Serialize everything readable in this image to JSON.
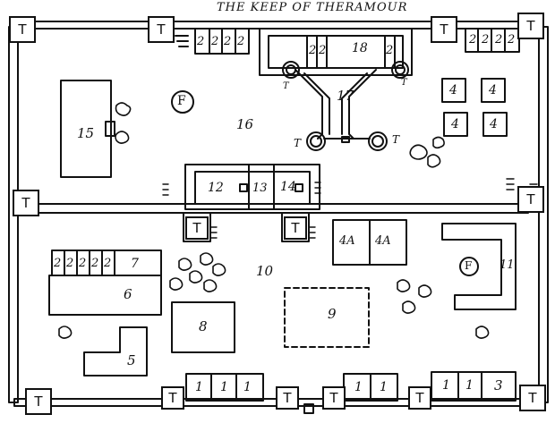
{
  "title": "THE KEEP OF THERAMOUR",
  "tower_label": "T",
  "fountain_label": "F",
  "areas": {
    "a2": "2",
    "a3": "3",
    "a4": "4",
    "a4a": "4A",
    "a5": "5",
    "a6": "6",
    "a7": "7",
    "a8": "8",
    "a9": "9",
    "a10": "10",
    "a11": "11",
    "a12": "12",
    "a13": "13",
    "a14": "14",
    "a15": "15",
    "a16": "16",
    "a17": "17",
    "a18": "18",
    "a1": "1"
  },
  "colors": {
    "ink": "#111111",
    "paper": "#ffffff"
  }
}
